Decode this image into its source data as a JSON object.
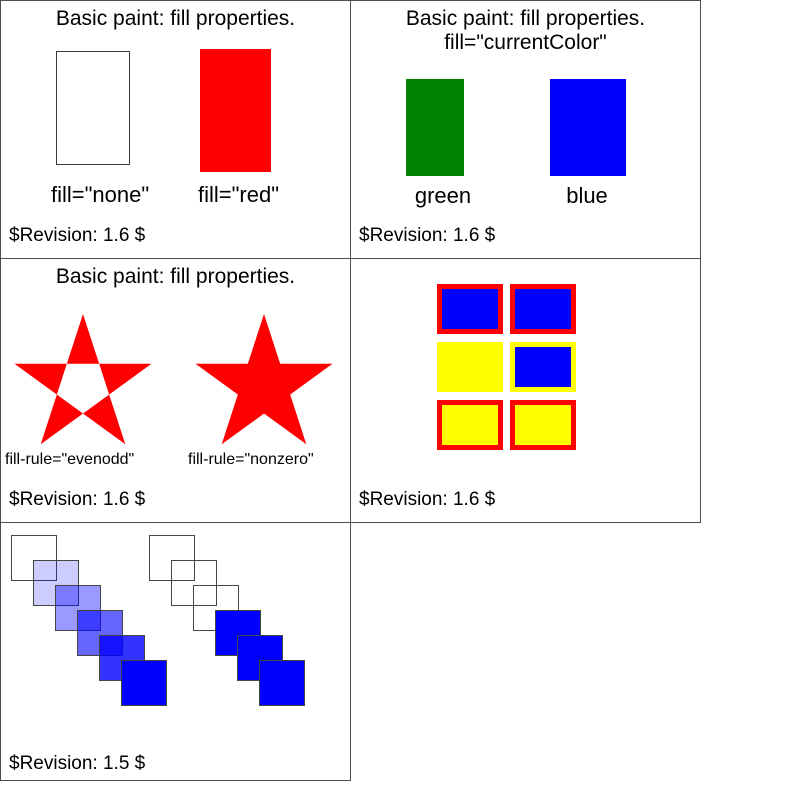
{
  "colors": {
    "red": "#ff0000",
    "green": "#008000",
    "blue": "#0000ff",
    "yellow": "#ffff00",
    "border": "#4d4d4d"
  },
  "cells": {
    "fill_none_red": {
      "title": "Basic paint: fill properties.",
      "swatches": [
        {
          "label": "fill=\"none\"",
          "fill": "none"
        },
        {
          "label": "fill=\"red\"",
          "fill": "#ff0000"
        }
      ],
      "revision": "$Revision: 1.6 $"
    },
    "current_color": {
      "title_line1": "Basic paint: fill properties.",
      "title_line2": "fill=\"currentColor\"",
      "swatches": [
        {
          "label": "green",
          "fill": "#008000"
        },
        {
          "label": "blue",
          "fill": "#0000ff"
        }
      ],
      "revision": "$Revision: 1.6 $"
    },
    "fill_rule": {
      "title": "Basic paint: fill properties.",
      "stars": [
        {
          "label": "fill-rule=\"evenodd\"",
          "fill_rule": "evenodd",
          "fill": "#ff0000"
        },
        {
          "label": "fill-rule=\"nonzero\"",
          "fill_rule": "nonzero",
          "fill": "#ff0000"
        }
      ],
      "revision": "$Revision: 1.6 $"
    },
    "stroke_fill_grid": {
      "rects": [
        {
          "fill": "#0000ff",
          "stroke": "#ff0000"
        },
        {
          "fill": "#0000ff",
          "stroke": "#ff0000"
        },
        {
          "fill": "#ffff00",
          "stroke": "#ffff00"
        },
        {
          "fill": "#0000ff",
          "stroke": "#ffff00"
        },
        {
          "fill": "#ffff00",
          "stroke": "#ff0000"
        },
        {
          "fill": "#ffff00",
          "stroke": "#ff0000"
        }
      ],
      "revision": "$Revision: 1.6 $"
    },
    "fill_opacity": {
      "left_group_opacities": [
        0,
        0.2,
        0.4,
        0.6,
        0.8,
        1
      ],
      "right_group_fills": [
        "none",
        "none",
        "none",
        "#0000ff",
        "#0000ff",
        "#0000ff"
      ],
      "revision": "$Revision: 1.5 $"
    }
  }
}
